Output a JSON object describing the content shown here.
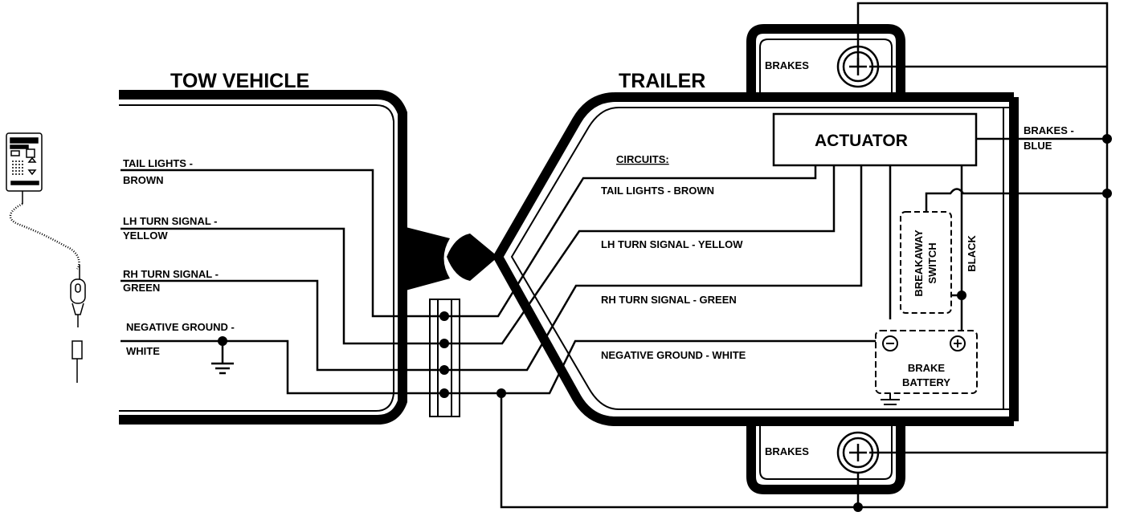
{
  "headings": {
    "tow_vehicle": "TOW VEHICLE",
    "trailer": "TRAILER"
  },
  "tow_wires": [
    {
      "line1": "TAIL LIGHTS -",
      "line2": "BROWN"
    },
    {
      "line1": "LH TURN SIGNAL -",
      "line2": "YELLOW"
    },
    {
      "line1": "RH TURN SIGNAL -",
      "line2": "GREEN"
    },
    {
      "line1": "NEGATIVE GROUND -",
      "line2": "WHITE"
    }
  ],
  "circuits": {
    "title": "CIRCUITS:",
    "items": [
      "TAIL LIGHTS - BROWN",
      "LH TURN SIGNAL - YELLOW",
      "RH TURN SIGNAL - GREEN",
      "NEGATIVE GROUND - WHITE"
    ]
  },
  "actuator": "ACTUATOR",
  "brakes_blue": {
    "line1": "BRAKES -",
    "line2": "BLUE"
  },
  "brakes_top": "BRAKES",
  "brakes_bottom": "BRAKES",
  "breakaway": {
    "line1": "BREAKAWAY",
    "line2": "SWITCH"
  },
  "black": "BLACK",
  "battery": {
    "line1": "BRAKE",
    "line2": "BATTERY"
  },
  "colors": {
    "line": "#000000",
    "background": "#ffffff"
  }
}
